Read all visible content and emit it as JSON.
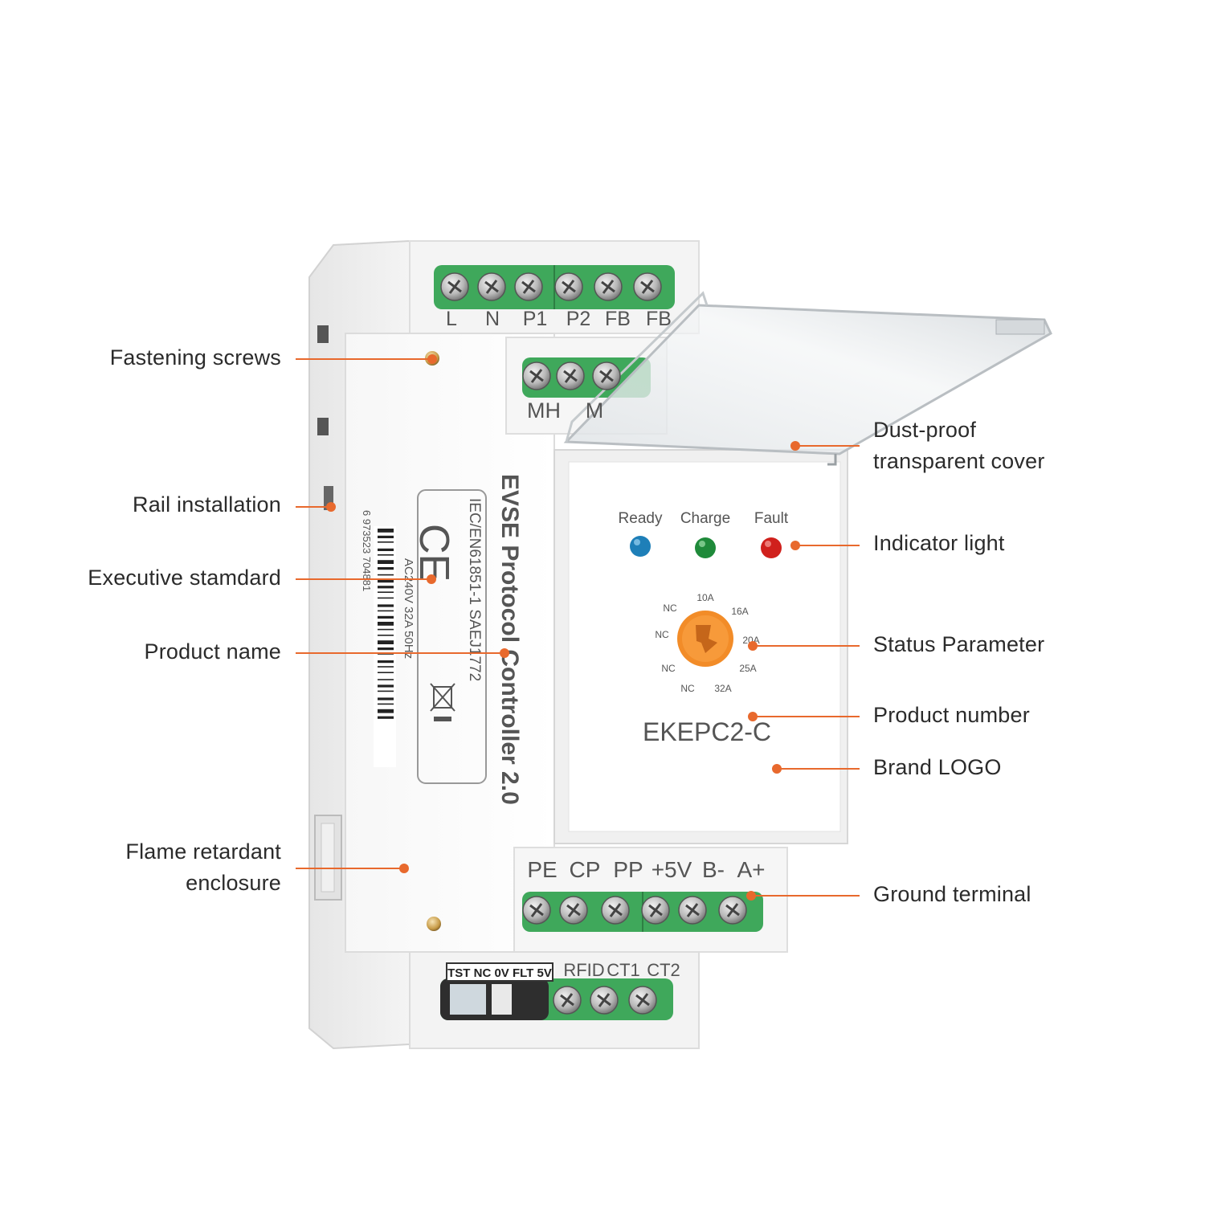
{
  "callouts": {
    "fastening_screws": "Fastening screws",
    "rail_installation": "Rail installation",
    "executive_standard": "Executive stamdard",
    "product_name_label": "Product name",
    "flame_retardant": [
      "Flame retardant",
      "enclosure"
    ],
    "dust_proof_cover": [
      "Dust-proof",
      "transparent cover"
    ],
    "indicator_light": "Indicator light",
    "status_parameter": "Status Parameter",
    "product_number_label": "Product number",
    "brand_logo": "Brand LOGO",
    "ground_terminal": "Ground terminal"
  },
  "device": {
    "top_terminals": [
      "L",
      "N",
      "P1",
      "P2",
      "FB",
      "FB"
    ],
    "mid_terminals": [
      "MH",
      "M"
    ],
    "product_name": "EVSE Protocol Controller 2.0",
    "standard": "IEC/EN61851-1   SAEJ1772",
    "rating": "AC240V 32A 50Hz",
    "ce_mark": "CE",
    "barcode_digits": "6 973523 704881",
    "indicators": [
      "Ready",
      "Charge",
      "Fault"
    ],
    "dial_settings": [
      "10A",
      "16A",
      "20A",
      "25A",
      "32A",
      "NC",
      "NC",
      "NC",
      "NC",
      "NC"
    ],
    "product_number": "EKEPC2-C",
    "bottom_terminals": [
      "PE",
      "CP",
      "PP",
      "+5V",
      "B-",
      "A+"
    ],
    "aux_strip": "TST NC 0V FLT 5V",
    "aux_terminals": [
      "RFID",
      "CT1",
      "CT2"
    ]
  },
  "colors": {
    "accent": "#e8692d",
    "terminal_green": "#3fa85b",
    "led_ready": "#1e7fb8",
    "led_charge": "#1f8a3a",
    "led_fault": "#d0201c",
    "dial": "#f28c28"
  }
}
